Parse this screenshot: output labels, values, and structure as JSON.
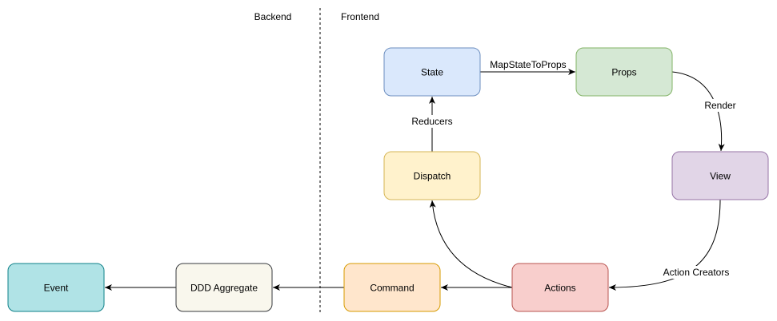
{
  "sections": {
    "backend": "Backend",
    "frontend": "Frontend"
  },
  "nodes": {
    "state": {
      "label": "State",
      "fill": "#dae8fc",
      "stroke": "#6c8ebf"
    },
    "props": {
      "label": "Props",
      "fill": "#d5e8d4",
      "stroke": "#82b366"
    },
    "view": {
      "label": "View",
      "fill": "#e1d5e7",
      "stroke": "#9673a6"
    },
    "dispatch": {
      "label": "Dispatch",
      "fill": "#fff2cc",
      "stroke": "#d6b656"
    },
    "actions": {
      "label": "Actions",
      "fill": "#f8cecc",
      "stroke": "#b85450"
    },
    "command": {
      "label": "Command",
      "fill": "#ffe6cc",
      "stroke": "#d79b00"
    },
    "aggregate": {
      "label": "DDD Aggregate",
      "fill": "#f9f7ed",
      "stroke": "#36393d"
    },
    "event": {
      "label": "Event",
      "fill": "#b0e3e6",
      "stroke": "#0e8088"
    }
  },
  "edges": {
    "state_props": "MapStateToProps",
    "props_view": "Render",
    "view_actions": "Action Creators",
    "dispatch_state": "Reducers",
    "actions_dispatch": "",
    "actions_command": "",
    "command_aggregate": "",
    "aggregate_event": ""
  }
}
